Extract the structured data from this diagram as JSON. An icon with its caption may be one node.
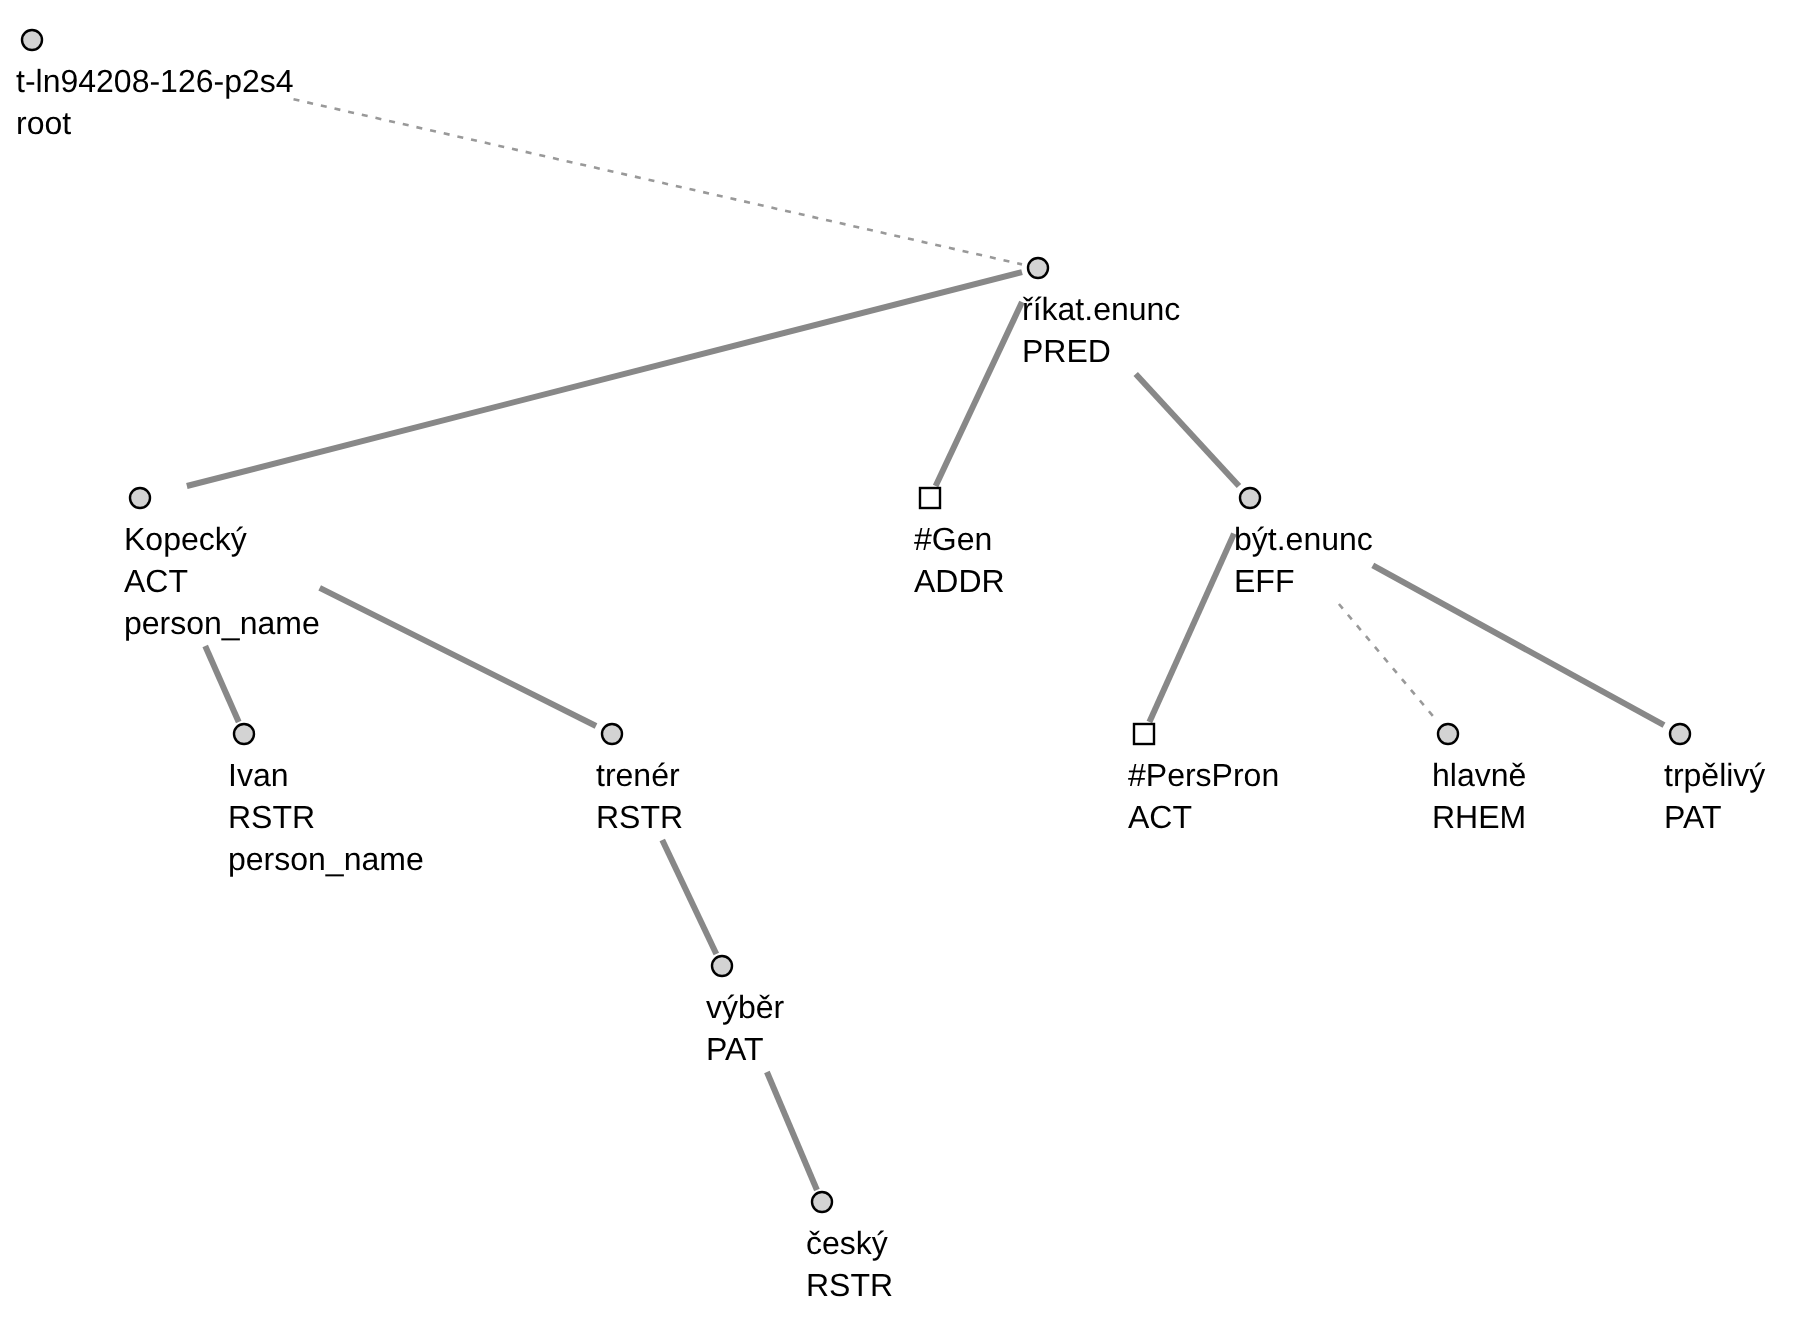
{
  "diagram": {
    "nodes": [
      {
        "text": [
          "t-ln94208-126-p2s4",
          "root"
        ]
      },
      {
        "text": [
          "říkat.enunc",
          "PRED"
        ]
      },
      {
        "text": [
          "Kopecký",
          "ACT",
          "person_name"
        ]
      },
      {
        "text": [
          "Ivan",
          "RSTR",
          "person_name"
        ]
      },
      {
        "text": [
          "trenér",
          "RSTR"
        ]
      },
      {
        "text": [
          "výběr",
          "PAT"
        ]
      },
      {
        "text": [
          "český",
          "RSTR"
        ]
      },
      {
        "text": [
          "#Gen",
          "ADDR"
        ]
      },
      {
        "text": [
          "být.enunc",
          "EFF"
        ]
      },
      {
        "text": [
          "#PersPron",
          "ACT"
        ]
      },
      {
        "text": [
          "hlavně",
          "RHEM"
        ]
      },
      {
        "text": [
          "trpělivý",
          "PAT"
        ]
      }
    ],
    "edges": [
      {
        "from": 0,
        "to": 1,
        "arrow": "none",
        "style": "dashed"
      },
      {
        "from": 1,
        "to": 2,
        "arrow": "none"
      },
      {
        "from": 1,
        "to": 7,
        "arrow": "none"
      },
      {
        "from": 1,
        "to": 8,
        "arrow": "none"
      },
      {
        "from": 2,
        "to": 3,
        "arrow": "none"
      },
      {
        "from": 2,
        "to": 4,
        "arrow": "none"
      },
      {
        "from": 4,
        "to": 5,
        "arrow": "none"
      },
      {
        "from": 5,
        "to": 6,
        "arrow": "none"
      },
      {
        "from": 8,
        "to": 9,
        "arrow": "none"
      },
      {
        "from": 8,
        "to": 10,
        "arrow": "none",
        "style": "dashed"
      },
      {
        "from": 8,
        "to": 11,
        "arrow": "none"
      }
    ]
  }
}
